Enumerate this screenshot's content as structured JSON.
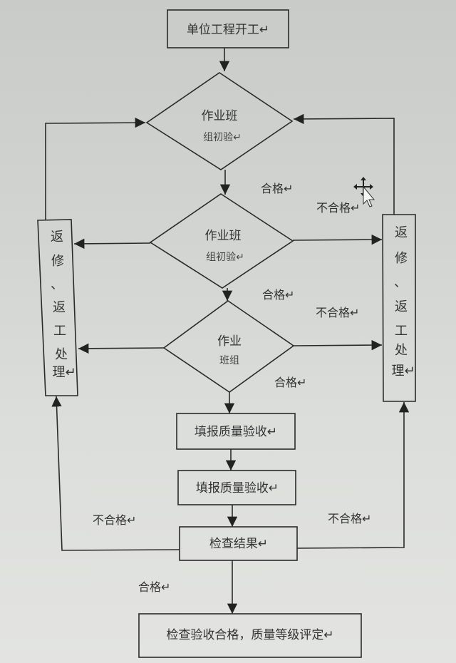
{
  "diagram": {
    "start_box": {
      "label": "单位工程开工↵"
    },
    "decisions": [
      {
        "line1": "作业班",
        "line2_clipped": "组初验↵"
      },
      {
        "line1": "作业班",
        "line2_clipped": "组初验↵"
      },
      {
        "line1": "作业",
        "line2_clipped": "班组"
      }
    ],
    "process_boxes": [
      {
        "label": "填报质量验收↵"
      },
      {
        "label": "填报质量验收↵"
      },
      {
        "label": "检查结果↵"
      }
    ],
    "end_box": {
      "label": "检查验收合格，质量等级评定↵"
    },
    "rework_left": {
      "chars": [
        "返",
        "修",
        "、",
        "返",
        "工",
        "处",
        "理↵"
      ]
    },
    "rework_right": {
      "chars": [
        "返",
        "修",
        "、",
        "返",
        "工",
        "处",
        "理↵"
      ]
    },
    "edge_labels": {
      "pass_1": "合格↵",
      "fail_1": "不合格↵",
      "pass_2": "合格↵",
      "fail_2": "不合格↵",
      "pass_3": "合格↵",
      "fail_left": "不合格↵",
      "fail_right": "不合格↵",
      "pass_final": "合格↵"
    },
    "cursor": {
      "icon": "move-cursor-icon"
    }
  }
}
